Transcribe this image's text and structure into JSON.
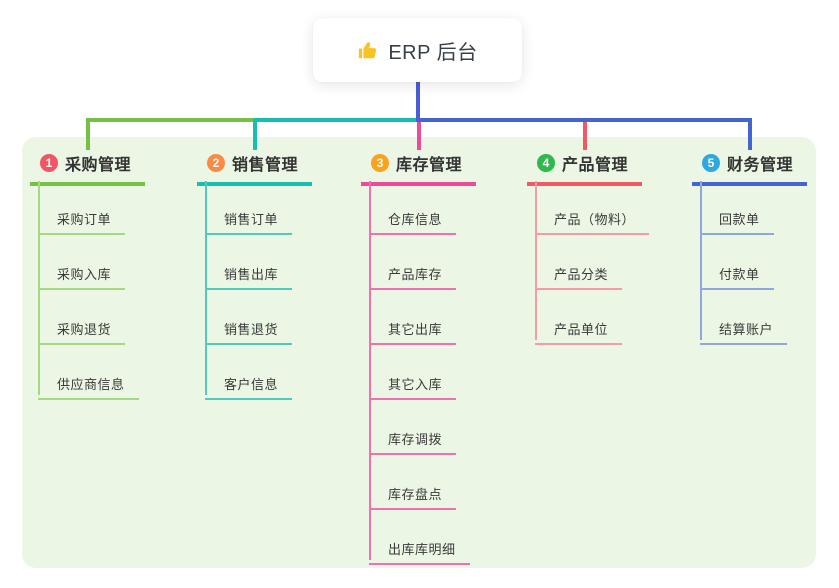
{
  "root": {
    "icon": "thumbs-up-icon",
    "icon_color": "#f7c325",
    "label": "ERP 后台"
  },
  "canvas": {
    "background": "#ffffff",
    "panel_background": "#ebf6e4",
    "root_stem_color": "#4a5ed4"
  },
  "branches": [
    {
      "number": "1",
      "title": "采购管理",
      "badge_color": "#f25565",
      "line_color": "#76c143",
      "child_line_color": "#a6d883",
      "children": [
        "采购订单",
        "采购入库",
        "采购退货",
        "供应商信息"
      ]
    },
    {
      "number": "2",
      "title": "销售管理",
      "badge_color": "#f98b45",
      "line_color": "#16bfb0",
      "child_line_color": "#52c9bd",
      "children": [
        "销售订单",
        "销售出库",
        "销售退货",
        "客户信息"
      ]
    },
    {
      "number": "3",
      "title": "库存管理",
      "badge_color": "#f9a21d",
      "line_color": "#ec4a9b",
      "child_line_color": "#f071b1",
      "children": [
        "仓库信息",
        "产品库存",
        "其它出库",
        "其它入库",
        "库存调拨",
        "库存盘点",
        "出库库明细"
      ]
    },
    {
      "number": "4",
      "title": "产品管理",
      "badge_color": "#2eb84e",
      "line_color": "#f25865",
      "child_line_color": "#f79aa5",
      "children": [
        "产品（物料）",
        "产品分类",
        "产品单位"
      ]
    },
    {
      "number": "5",
      "title": "财务管理",
      "badge_color": "#2fa8e1",
      "line_color": "#4464cf",
      "child_line_color": "#8fa7e0",
      "children": [
        "回款单",
        "付款单",
        "结算账户"
      ]
    }
  ]
}
